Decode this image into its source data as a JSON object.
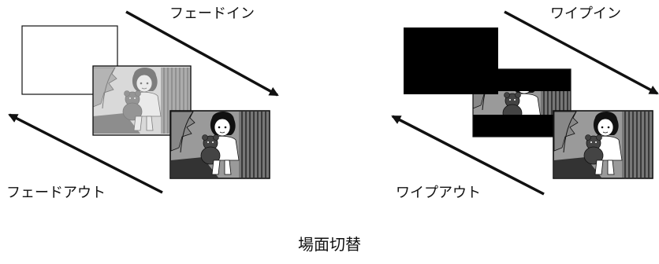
{
  "labels": {
    "fade_in": "フェードイン",
    "fade_out": "フェードアウト",
    "wipe_in": "ワイプイン",
    "wipe_out": "ワイプアウト",
    "caption": "場面切替"
  },
  "colors": {
    "ink": "#111111",
    "light_gray": "#bdbdbd",
    "mid_gray": "#8f8f8f",
    "black": "#000000",
    "white": "#ffffff"
  },
  "icons": [
    "arrow-icon",
    "girl-with-bear-illustration"
  ]
}
